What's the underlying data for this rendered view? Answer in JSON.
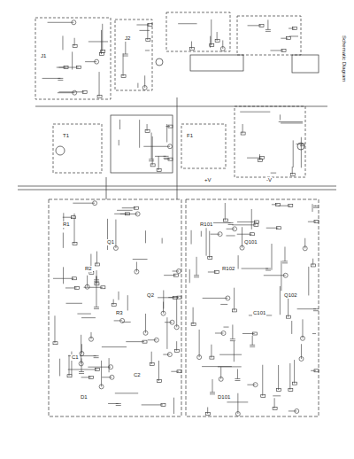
{
  "diagram": {
    "title": "Schematic Diagram",
    "labels": [
      "R1",
      "R2",
      "R3",
      "C1",
      "C2",
      "Q1",
      "Q2",
      "D1",
      "R101",
      "R102",
      "C101",
      "Q101",
      "Q102",
      "D101",
      "J1",
      "J2",
      "T1",
      "F1",
      "+V",
      "-V"
    ]
  }
}
